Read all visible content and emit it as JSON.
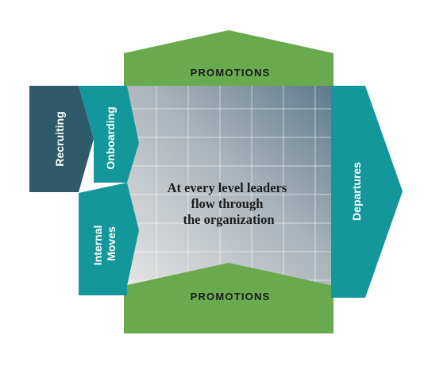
{
  "diagram": {
    "center_text": {
      "line1": "At every level leaders",
      "line2": "flow through",
      "line3": "the organization"
    },
    "promotions_top": "PROMOTIONS",
    "promotions_bottom": "PROMOTIONS",
    "recruiting": "Recruiting",
    "onboarding": "Onboarding",
    "internal_moves": {
      "line1": "Internal",
      "line2": "Moves"
    },
    "departures": "Departures"
  },
  "colors": {
    "green": "#6aaa4e",
    "teal": "#13979b",
    "dark_teal": "#2f5a6a",
    "grid_dark": "#5c7a8e",
    "grid_light": "#e4e4e4",
    "label_dark": "#1c1c1c",
    "label_light": "#ffffff"
  }
}
